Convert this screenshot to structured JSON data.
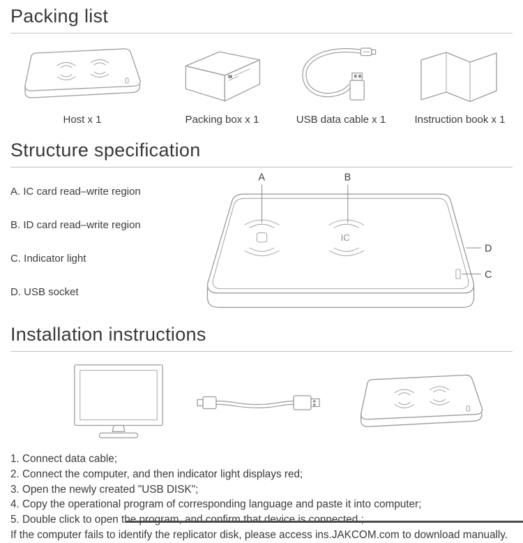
{
  "packing": {
    "title": "Packing list",
    "items": [
      {
        "label": "Host x 1"
      },
      {
        "label": "Packing box x 1"
      },
      {
        "label": "USB data cable x 1"
      },
      {
        "label": "Instruction book x 1"
      }
    ]
  },
  "structure": {
    "title": "Structure specification",
    "legend": [
      {
        "label": "A. IC card read–write region"
      },
      {
        "label": "B. ID card read–write region"
      },
      {
        "label": "C. Indicator light"
      },
      {
        "label": "D. USB socket"
      }
    ],
    "callouts": {
      "a": "A",
      "b": "B",
      "c": "C",
      "d": "D",
      "ic_mark": "IC"
    }
  },
  "installation": {
    "title": "Installation instructions",
    "steps": [
      "1. Connect data cable;",
      "2. Connect the computer, and then indicator light displays red;",
      "3. Open the newly created \"USB DISK\";",
      "4. Copy the operational program of corresponding language and paste it into computer;",
      "5. Double click to open the program, and confirm that device is connected ;"
    ],
    "note": "If the computer fails to identify the replicator disk, please access ins.JAKCOM.com to download manually."
  },
  "colors": {
    "line_art": "#9c9c9c",
    "text": "#3e3e3e",
    "rule": "#c2c2c2",
    "bottom_bar": "#4a4a4a"
  }
}
